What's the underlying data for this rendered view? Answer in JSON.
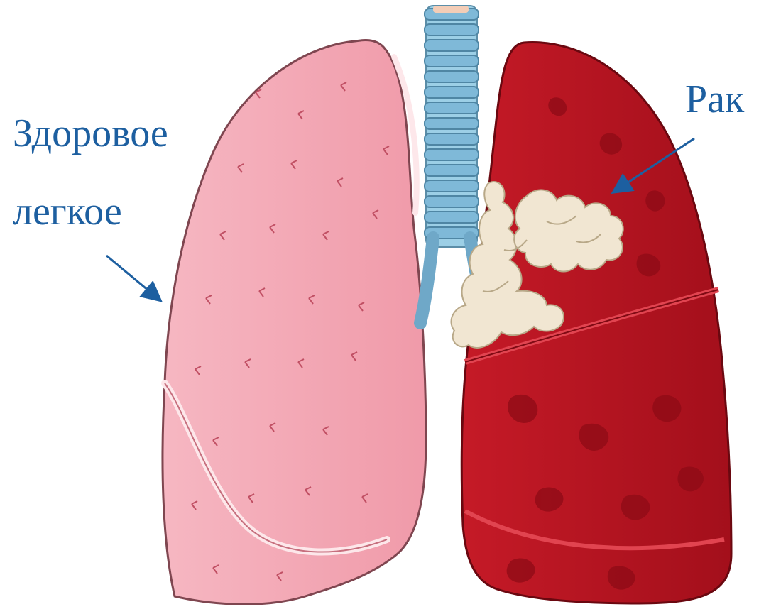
{
  "labels": {
    "healthy_line1": "Здоровое",
    "healthy_line2": "легкое",
    "cancer": "Рак"
  },
  "colors": {
    "label_text": "#1d5fa0",
    "arrow": "#1d5fa0",
    "healthy_lung": "#f4a6b3",
    "healthy_lung_edge": "#e98594",
    "cancer_lung": "#c1121f",
    "cancer_lung_dark": "#8e0b16",
    "tumor": "#f3ead8",
    "trachea": "#8ec5df"
  },
  "icons": {
    "healthy_arrow": "arrow-icon",
    "cancer_arrow": "arrow-icon"
  }
}
